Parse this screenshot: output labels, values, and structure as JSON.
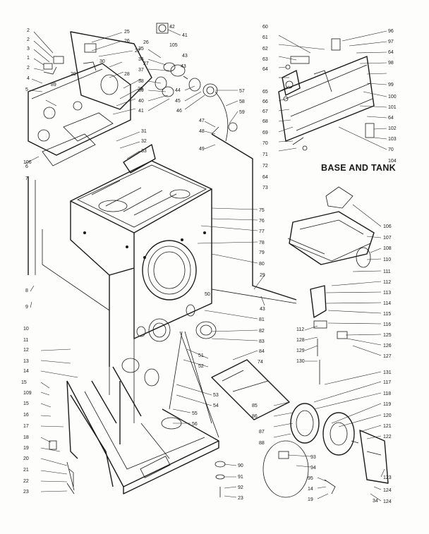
{
  "diagram": {
    "title": "BASE AND TANK",
    "callouts": {
      "left_panel": [
        "2",
        "2",
        "3",
        "1",
        "2",
        "4",
        "5",
        "6",
        "7",
        "8",
        "9",
        "10",
        "11",
        "12",
        "13",
        "14",
        "15",
        "109",
        "15",
        "16",
        "17",
        "18",
        "19",
        "20",
        "21",
        "22",
        "23",
        "106",
        "89",
        "20"
      ],
      "top_cluster": [
        "25",
        "26",
        "27",
        "28",
        "30",
        "29",
        "31",
        "32",
        "33",
        "35",
        "36",
        "37",
        "38",
        "39",
        "40",
        "41",
        "42",
        "43",
        "44",
        "45",
        "46",
        "47",
        "48",
        "49",
        "105",
        "41",
        "43",
        "27",
        "26"
      ],
      "right_top": [
        "60",
        "61",
        "62",
        "63",
        "64",
        "65",
        "66",
        "67",
        "68",
        "69",
        "70",
        "71",
        "72",
        "64",
        "73",
        "96",
        "97",
        "64",
        "98",
        "99",
        "100",
        "101",
        "64",
        "102",
        "103",
        "70",
        "104"
      ],
      "center": [
        "57",
        "58",
        "59",
        "75",
        "76",
        "77",
        "78",
        "79",
        "80",
        "110",
        "111",
        "112",
        "113",
        "114",
        "115",
        "116",
        "125",
        "126",
        "127",
        "112",
        "128",
        "129",
        "130",
        "131",
        "117",
        "118",
        "119",
        "120",
        "121",
        "122",
        "123",
        "124",
        "124",
        "34"
      ],
      "lower": [
        "29",
        "43",
        "50",
        "81",
        "82",
        "83",
        "84",
        "74",
        "51",
        "52",
        "53",
        "54",
        "55",
        "56",
        "85",
        "86",
        "87",
        "88",
        "93",
        "94",
        "95",
        "14",
        "19",
        "90",
        "91",
        "92",
        "23",
        "107",
        "106",
        "108"
      ]
    }
  }
}
